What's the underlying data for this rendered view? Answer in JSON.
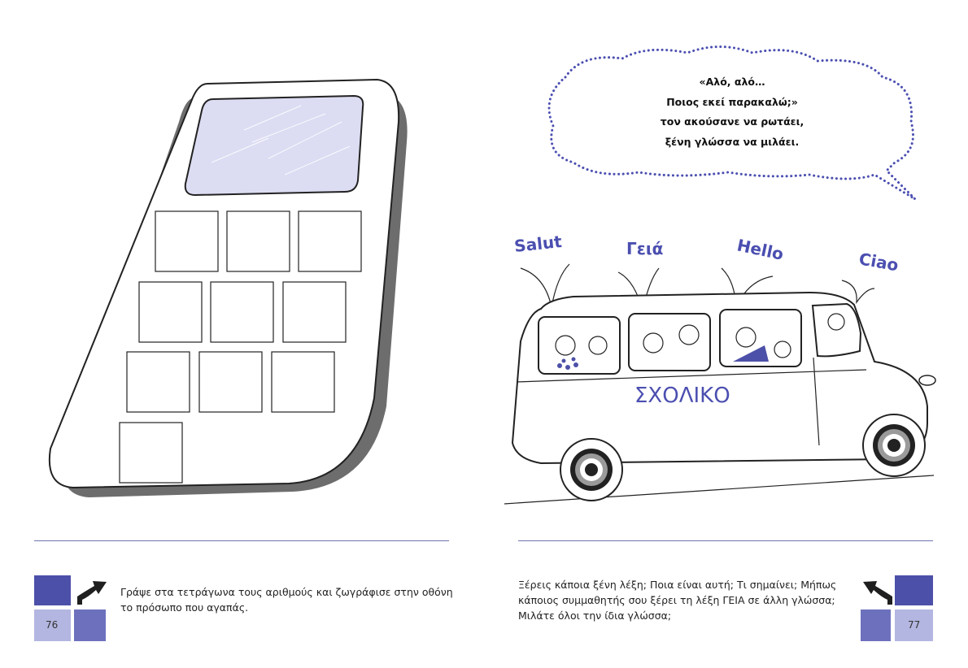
{
  "left_page": {
    "page_number": "76",
    "instruction": "Γράψε στα τετράγωνα τους αριθμούς και ζωγράφισε στην οθόνη το πρόσωπο που αγαπάς.",
    "phone_keys": 10
  },
  "right_page": {
    "page_number": "77",
    "instruction": "Ξέρεις κάποια ξένη λέξη; Ποια είναι αυτή; Τι σημαίνει; Μήπως κάποιος συμμαθητής σου ξέρει τη λέξη ΓΕΙΑ σε άλλη γλώσσα; Μιλάτε όλοι την ίδια γλώσσα;",
    "speech_bubble": {
      "line1": "«Αλό, αλό…",
      "line2": "Ποιος εκεί παρακαλώ;»",
      "line3": "τον ακούσανε να ρωτάει,",
      "line4": "ξένη γλώσσα να μιλάει."
    },
    "bus_sign": "ΣΧΟΛΙΚΟ",
    "greetings": [
      "Salut",
      "Γειά",
      "Hello",
      "Ciao"
    ]
  },
  "colors": {
    "accent_dark": "#4c50a8",
    "accent_light": "#8f93d0",
    "accent_pale": "#b3b6e0",
    "screen": "#dcdcf3",
    "phone_shadow": "#6d6d6d",
    "bubble_dots": "#4b4fb0"
  }
}
